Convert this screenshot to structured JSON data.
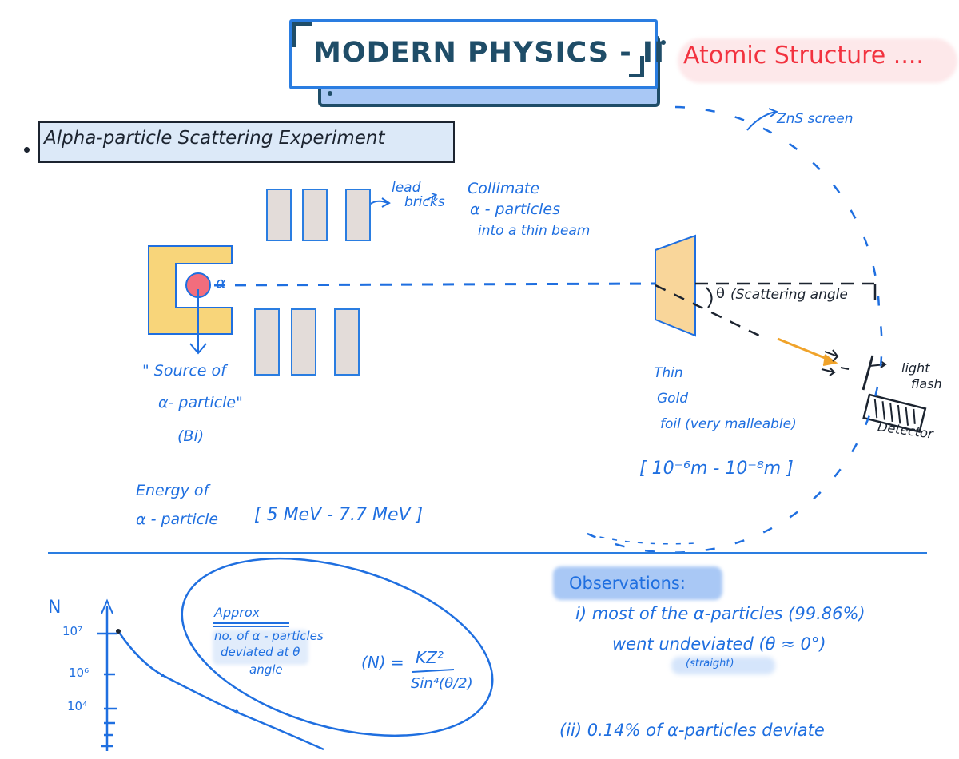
{
  "header": {
    "title": "MODERN PHYSICS - II",
    "subtitle": "Atomic Structure ....",
    "colors": {
      "title_border": "#2a7de1",
      "title_text": "#1f4d68",
      "subtitle": "#f2323f",
      "ink": "#1f6fe0"
    }
  },
  "section": {
    "bullet_title": "Alpha-particle Scattering Experiment"
  },
  "diagram": {
    "lead_bricks_label_1": "lead",
    "lead_bricks_label_2": "bricks",
    "collimate_line_1": "Collimate",
    "collimate_line_2": "α - particles",
    "collimate_line_3": "into a thin beam",
    "alpha_label": "α",
    "source_line_1": "\" Source of",
    "source_line_2": "α- particle\"",
    "source_line_3": "(Bi)",
    "energy_line_1": "Energy of",
    "energy_line_2": "α - particle",
    "energy_range": "[ 5 MeV - 7.7 MeV ]",
    "screen_label": "ZnS screen",
    "theta_label": "θ",
    "scattering_label": "(Scattering angle",
    "foil_line_1": "Thin",
    "foil_line_2": "Gold",
    "foil_line_3": "foil (very malleable)",
    "foil_thickness": "[ 10⁻⁶m - 10⁻⁸m ]",
    "light_flash_1": "light",
    "light_flash_2": "flash",
    "detector_label": "Detector"
  },
  "graph": {
    "y_axis_label": "N",
    "ticks": [
      "10⁷",
      "10⁶",
      "10⁴"
    ]
  },
  "formula": {
    "heading": "Approx",
    "line_1": "no. of α - particles",
    "line_2": "deviated at θ",
    "line_3": "angle",
    "lhs": "(N) =",
    "numerator": "KZ²",
    "denominator": "Sin⁴(θ/2)"
  },
  "observations": {
    "heading": "Observations:",
    "item_1_line_1": "i)  most of the α-particles (99.86%)",
    "item_1_line_2": "went  undeviated (θ ≈ 0°)",
    "item_1_note": "(straight)",
    "item_2": "(ii) 0.14% of α-particles deviate"
  }
}
